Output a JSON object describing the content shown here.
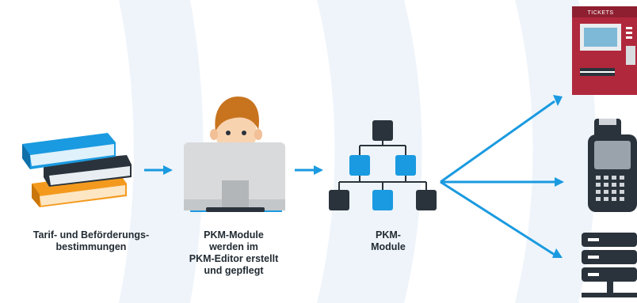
{
  "colors": {
    "accent_blue": "#1a9ae0",
    "dark": "#2a333b",
    "background_band": "#eef4fa",
    "vending_red": "#b0283c"
  },
  "captions": {
    "books": [
      "Tarif- und Beförderungs-",
      "bestimmungen"
    ],
    "editor": [
      "PKM-Module",
      "werden im",
      "PKM-Editor erstellt",
      "und gepflegt"
    ],
    "modules": [
      "PKM-",
      "Module"
    ]
  },
  "devices": {
    "vending_machine_label": "TICKETS"
  },
  "icons": [
    "books-icon",
    "person-at-computer-icon",
    "module-tree-icon",
    "ticket-vending-machine-icon",
    "handheld-terminal-icon",
    "server-icon",
    "arrow-right-icon"
  ]
}
